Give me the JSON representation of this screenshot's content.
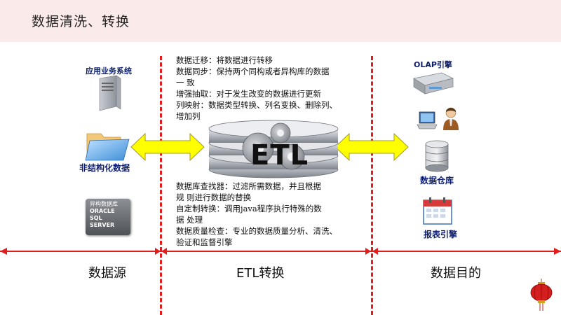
{
  "header": {
    "title": "数据清洗、转换"
  },
  "source": {
    "app_system": "应用业务系统",
    "unstructured": "非结构化数据",
    "db_box": {
      "line1": "异构数据库",
      "line2": "ORACLE",
      "line3": "SQL",
      "line4": "SERVER"
    }
  },
  "etl": {
    "center_label": "ETL",
    "top_lines": [
      "数据迁移：将数据进行转移",
      "数据同步：保持两个同构或者异构库的数据",
      "一 致",
      "增强抽取：对于发生改变的数据进行更新",
      "列映射：数据类型转换、列名变换、删除列、",
      "增加列"
    ],
    "bottom_lines": [
      "数据库查找器：过滤所需数据，并且根据",
      "规 则进行数据的替换",
      "自定制转换：调用java程序执行特殊的数",
      "据 处理",
      "数据质量检查：专业的数据质量分析、清洗、",
      "验证和监督引擎"
    ]
  },
  "target": {
    "olap": "OLAP引擎",
    "warehouse": "数据仓库",
    "report": "报表引擎"
  },
  "bottom": {
    "left": "数据源",
    "middle": "ETL转换",
    "right": "数据目的"
  },
  "colors": {
    "accent_red": "#e11d1d",
    "arrow_yellow": "#ffff00",
    "label_navy": "#0d1e6e",
    "header_bg": "#fbeaea"
  }
}
